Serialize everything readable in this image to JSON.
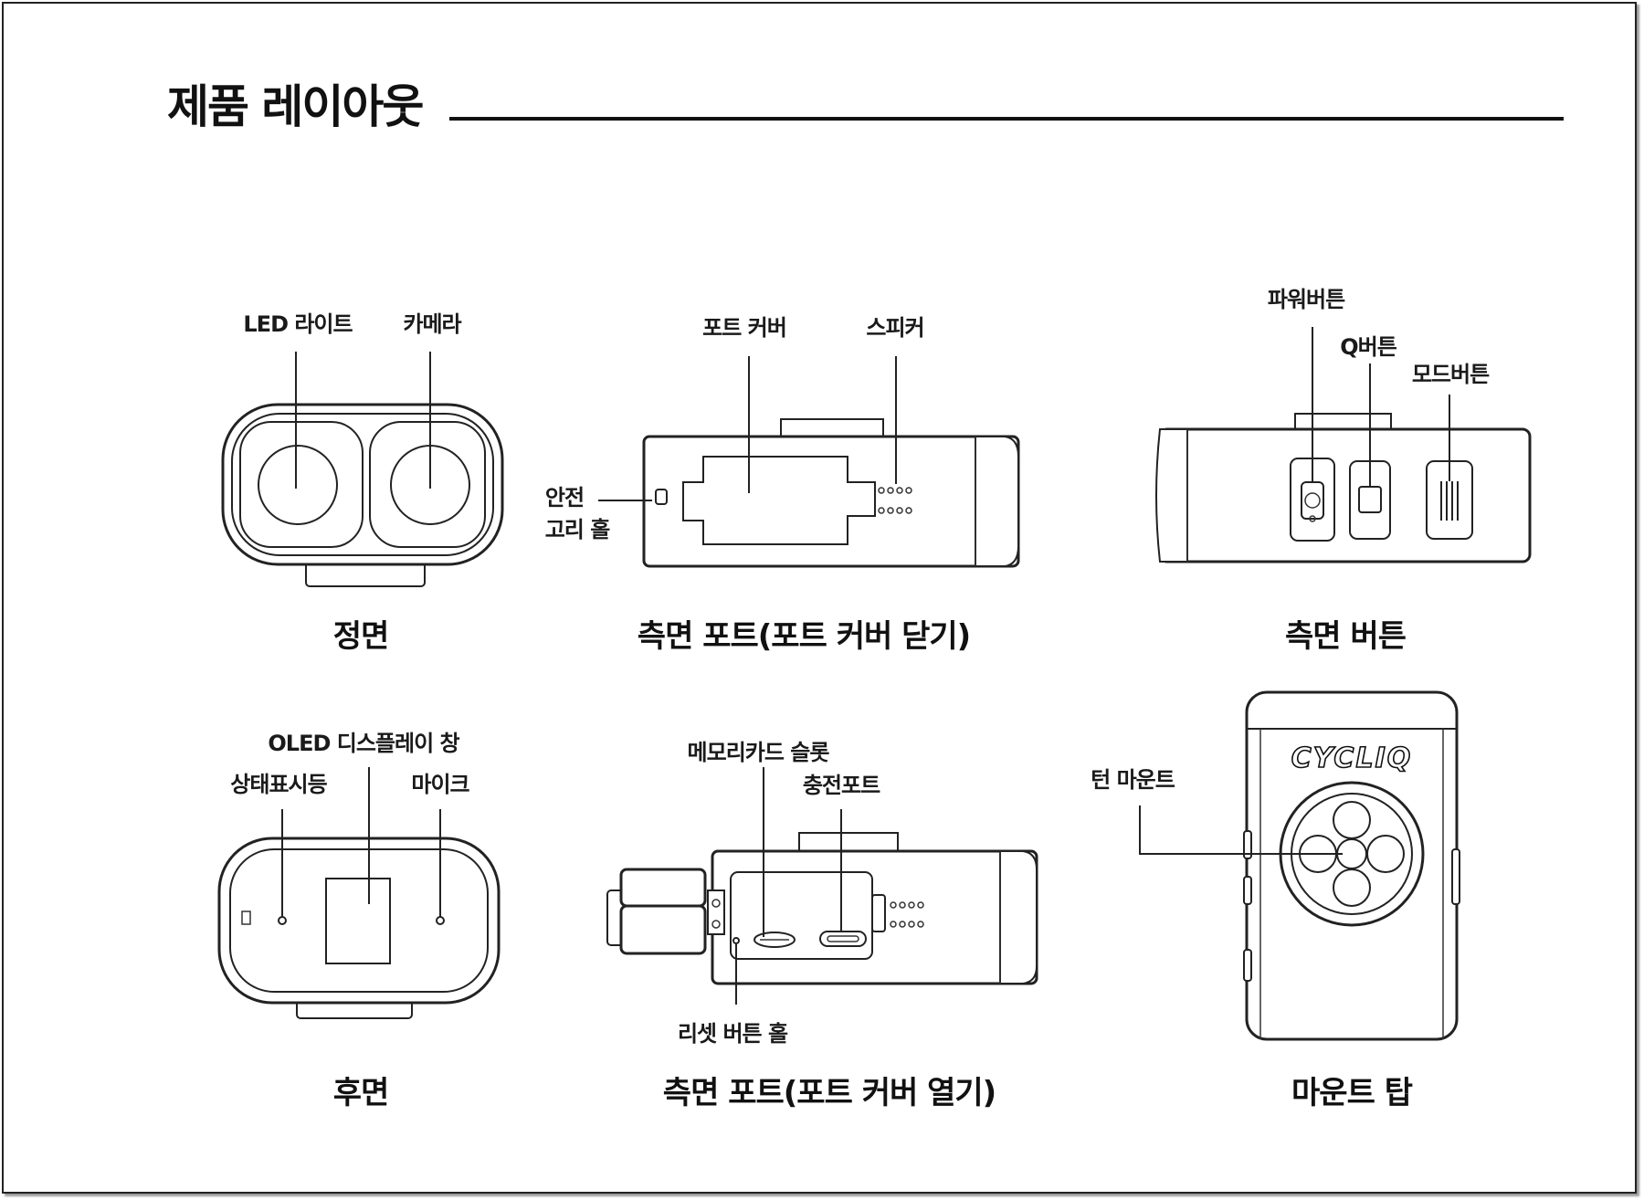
{
  "page": {
    "title": "제품 레이아웃"
  },
  "views": {
    "front": {
      "caption": "정면",
      "labels": {
        "led_light": "LED 라이트",
        "camera": "카메라"
      }
    },
    "side_port_closed": {
      "caption": "측면 포트(포트 커버 닫기)",
      "labels": {
        "port_cover": "포트 커버",
        "speaker": "스피커",
        "safety_hole_1": "안전",
        "safety_hole_2": "고리 홀"
      }
    },
    "side_buttons": {
      "caption": "측면 버튼",
      "labels": {
        "power_button": "파워버튼",
        "q_button": "Q버튼",
        "mode_button": "모드버튼"
      }
    },
    "rear": {
      "caption": "후면",
      "labels": {
        "oled_window": "OLED 디스플레이 창",
        "status_led": "상태표시등",
        "mic": "마이크"
      }
    },
    "side_port_open": {
      "caption": "측면 포트(포트 커버 열기)",
      "labels": {
        "memory_slot": "메모리카드 슬롯",
        "charge_port": "충전포트",
        "reset_hole": "리셋 버튼 홀"
      }
    },
    "mount_top": {
      "caption": "마운트 탑",
      "brand": "CYCLIQ",
      "labels": {
        "turn_mount": "턴 마운트"
      }
    }
  }
}
